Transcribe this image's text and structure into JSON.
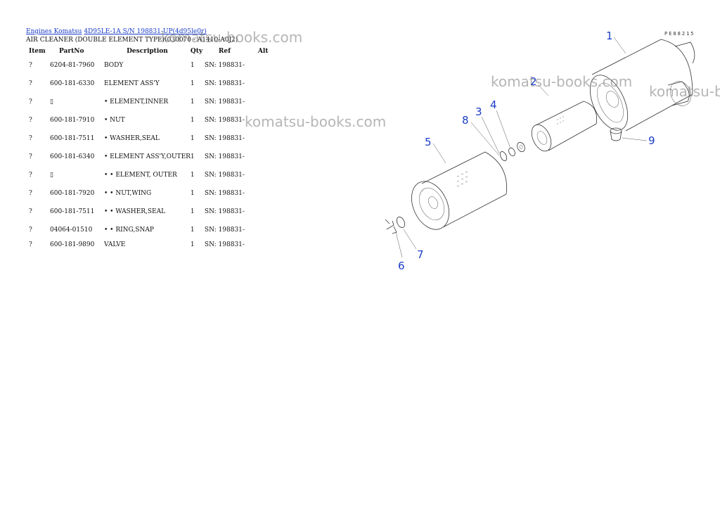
{
  "breadcrumb": {
    "engines": "Engines Komatsu",
    "model": "4D95LE-1A S/N 198831-UP(4d95le0r)"
  },
  "page_title": "AIR CLEANER (DOUBLE ELEMENT TYPE)(030070 - A1410-A0J2)",
  "table": {
    "headers": [
      "Item",
      "PartNo",
      "Description",
      "Qty",
      "Ref",
      "Alt"
    ],
    "rows": [
      {
        "item": "?",
        "part": "6204-81-7960",
        "desc": "BODY",
        "qty": "1",
        "ref": "SN: 198831-"
      },
      {
        "item": "?",
        "part": "600-181-6330",
        "desc": "ELEMENT ASS'Y",
        "qty": "1",
        "ref": "SN: 198831-"
      },
      {
        "item": "?",
        "part": "▯",
        "desc": "• ELEMENT,INNER",
        "qty": "1",
        "ref": "SN: 198831-"
      },
      {
        "item": "?",
        "part": "600-181-7910",
        "desc": "• NUT",
        "qty": "1",
        "ref": "SN: 198831-"
      },
      {
        "item": "?",
        "part": "600-181-7511",
        "desc": "• WASHER,SEAL",
        "qty": "1",
        "ref": "SN: 198831-"
      },
      {
        "item": "?",
        "part": "600-181-6340",
        "desc": "• ELEMENT ASS'Y,OUTER",
        "qty": "1",
        "ref": "SN: 198831-"
      },
      {
        "item": "?",
        "part": "▯",
        "desc": "• • ELEMENT, OUTER",
        "qty": "1",
        "ref": "SN: 198831-"
      },
      {
        "item": "?",
        "part": "600-181-7920",
        "desc": "• • NUT,WING",
        "qty": "1",
        "ref": "SN: 198831-"
      },
      {
        "item": "?",
        "part": "600-181-7511",
        "desc": "• • WASHER,SEAL",
        "qty": "1",
        "ref": "SN: 198831-"
      },
      {
        "item": "?",
        "part": "04064-01510",
        "desc": "• • RING,SNAP",
        "qty": "1",
        "ref": "SN: 198831-"
      },
      {
        "item": "?",
        "part": "600-181-9890",
        "desc": "VALVE",
        "qty": "1",
        "ref": "SN: 198831-"
      }
    ]
  },
  "watermark": "komatsu-books.com",
  "diagram": {
    "code": "PE88215",
    "callouts": [
      "1",
      "2",
      "3",
      "4",
      "5",
      "6",
      "7",
      "8",
      "9"
    ]
  },
  "colors": {
    "link": "#1a3cc8",
    "callout": "#1a3cc8"
  }
}
